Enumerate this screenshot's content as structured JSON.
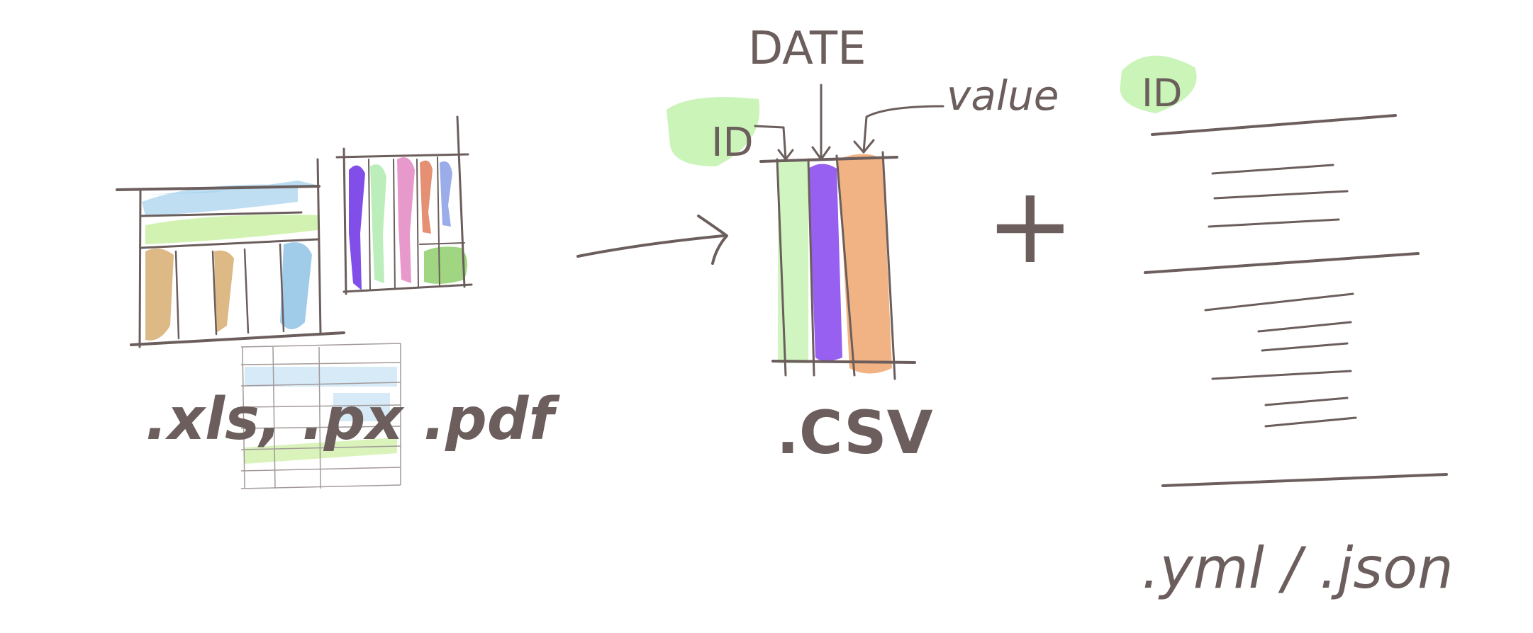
{
  "source_formats": {
    "label": ".xls, .px .pdf"
  },
  "csv_block": {
    "label": ".CSV",
    "columns": [
      {
        "label": "ID",
        "color": "#b9ecaa"
      },
      {
        "label": "DATE",
        "color": "#9b5cf0"
      },
      {
        "label": "value",
        "color": "#f0a66e"
      }
    ]
  },
  "operator": {
    "symbol": "+"
  },
  "metadata_doc": {
    "id_label": "ID",
    "label": ".yml / .json"
  },
  "colors": {
    "ink": "#6b5e5c",
    "light_blue": "#a9d3ee",
    "light_green": "#c9f0a2",
    "tan": "#d4a868",
    "purple": "#7a44e8",
    "pink": "#e58ec5",
    "orange_red": "#e07d5a",
    "green": "#8fcf6b",
    "highlight_green": "#b8f0a0"
  }
}
